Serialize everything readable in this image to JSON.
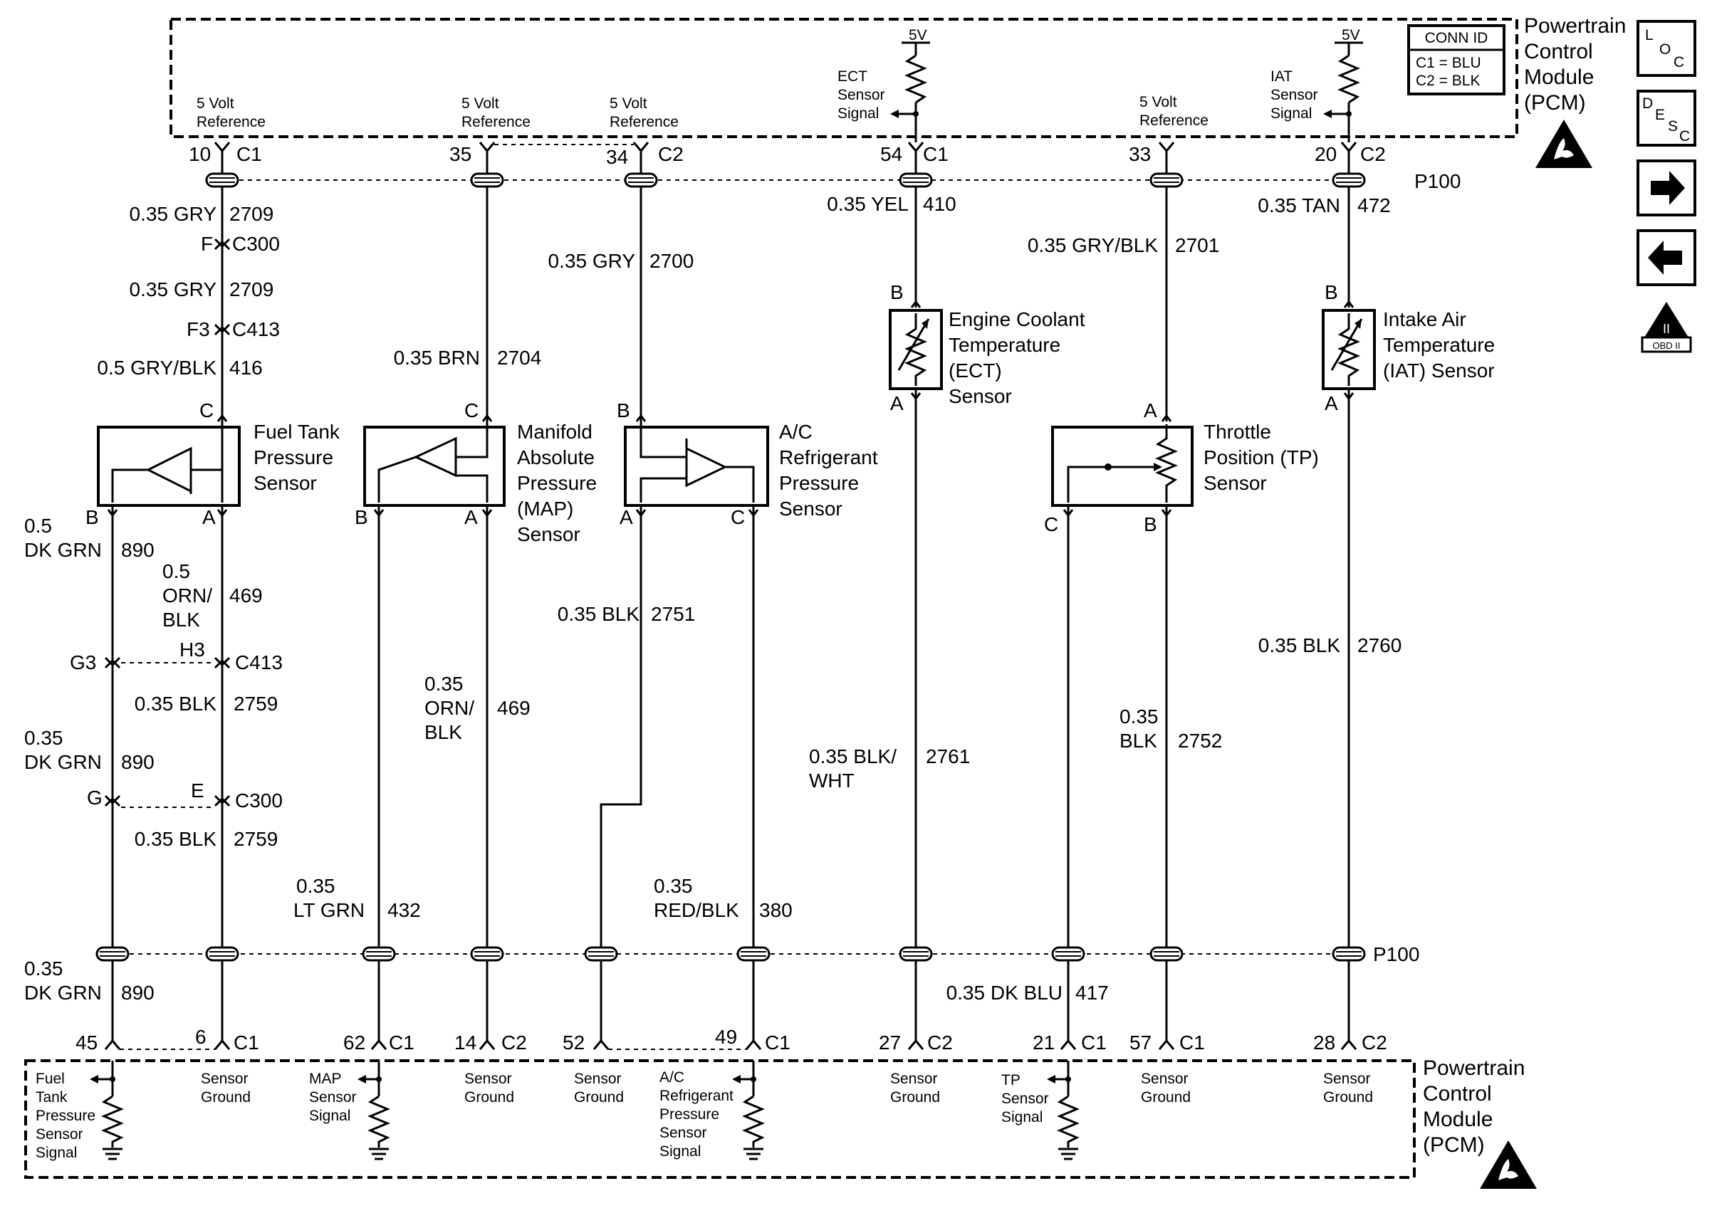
{
  "pcm_top": {
    "title_lines": [
      "Powertrain",
      "Control",
      "Module",
      "(PCM)"
    ],
    "conn_id": {
      "header": "CONN ID",
      "c1": "C1 = BLU",
      "c2": "C2 = BLK"
    },
    "five_volt_ref": [
      "5 Volt",
      "Reference"
    ],
    "five_v": "5V",
    "ect_signal": [
      "ECT",
      "Sensor",
      "Signal"
    ],
    "iat_signal": [
      "IAT",
      "Sensor",
      "Signal"
    ]
  },
  "top_pins": [
    {
      "pin": "10",
      "conn": "C1"
    },
    {
      "pin": "35",
      "conn": ""
    },
    {
      "pin": "34",
      "conn": "C2"
    },
    {
      "pin": "54",
      "conn": "C1"
    },
    {
      "pin": "33",
      "conn": ""
    },
    {
      "pin": "20",
      "conn": "C2"
    }
  ],
  "p100_label": "P100",
  "connectors": {
    "c300_f": "F",
    "c300": "C300",
    "c413_f3": "F3",
    "c413": "C413",
    "c413_g3": "G3",
    "c413_h3": "H3",
    "c300_g": "G",
    "c300_e": "E"
  },
  "wires": {
    "w2709a": [
      "0.35 GRY",
      "2709"
    ],
    "w2709b": [
      "0.35 GRY",
      "2709"
    ],
    "w416": [
      "0.5 GRY/BLK",
      "416"
    ],
    "w2704": [
      "0.35 BRN",
      "2704"
    ],
    "w2700": [
      "0.35 GRY",
      "2700"
    ],
    "w410": [
      "0.35 YEL",
      "410"
    ],
    "w2701": [
      "0.35 GRY/BLK",
      "2701"
    ],
    "w472": [
      "0.35 TAN",
      "472"
    ],
    "w890a": [
      "0.5",
      "DK GRN",
      "890"
    ],
    "w469a": [
      "0.5",
      "ORN/",
      "BLK",
      "469"
    ],
    "w2759a": [
      "0.35 BLK",
      "2759"
    ],
    "w890b": [
      "0.35",
      "DK GRN",
      "890"
    ],
    "w2759b": [
      "0.35 BLK",
      "2759"
    ],
    "w469b": [
      "0.35",
      "ORN/",
      "BLK",
      "469"
    ],
    "w432": [
      "0.35",
      "LT GRN",
      "432"
    ],
    "w2751": [
      "0.35 BLK",
      "2751"
    ],
    "w380": [
      "0.35",
      "RED/BLK",
      "380"
    ],
    "w2761": [
      "0.35 BLK/",
      "WHT",
      "2761"
    ],
    "w2752": [
      "0.35",
      "BLK",
      "2752"
    ],
    "w2760": [
      "0.35 BLK",
      "2760"
    ],
    "w890c": [
      "0.35",
      "DK GRN",
      "890"
    ],
    "w417": [
      "0.35 DK BLU",
      "417"
    ]
  },
  "sensors": {
    "fuel_tank": [
      "Fuel Tank",
      "Pressure",
      "Sensor"
    ],
    "map": [
      "Manifold",
      "Absolute",
      "Pressure",
      "(MAP)",
      "Sensor"
    ],
    "ac": [
      "A/C",
      "Refrigerant",
      "Pressure",
      "Sensor"
    ],
    "ect": [
      "Engine Coolant",
      "Temperature",
      "(ECT)",
      "Sensor"
    ],
    "tp": [
      "Throttle",
      "Position (TP)",
      "Sensor"
    ],
    "iat": [
      "Intake Air",
      "Temperature",
      "(IAT) Sensor"
    ]
  },
  "sensor_pins": {
    "A": "A",
    "B": "B",
    "C": "C"
  },
  "bottom_pins": [
    {
      "pin": "45",
      "conn": ""
    },
    {
      "pin": "6",
      "conn": "C1"
    },
    {
      "pin": "62",
      "conn": "C1"
    },
    {
      "pin": "14",
      "conn": "C2"
    },
    {
      "pin": "52",
      "conn": ""
    },
    {
      "pin": "49",
      "conn": "C1"
    },
    {
      "pin": "27",
      "conn": "C2"
    },
    {
      "pin": "21",
      "conn": "C1"
    },
    {
      "pin": "57",
      "conn": "C1"
    },
    {
      "pin": "28",
      "conn": "C2"
    }
  ],
  "pcm_bottom": {
    "title_lines": [
      "Powertrain",
      "Control",
      "Module",
      "(PCM)"
    ],
    "fuel_tank_signal": [
      "Fuel",
      "Tank",
      "Pressure",
      "Sensor",
      "Signal"
    ],
    "sensor_ground": [
      "Sensor",
      "Ground"
    ],
    "map_signal": [
      "MAP",
      "Sensor",
      "Signal"
    ],
    "ac_signal": [
      "A/C",
      "Refrigerant",
      "Pressure",
      "Sensor",
      "Signal"
    ],
    "tp_signal": [
      "TP",
      "Sensor",
      "Signal"
    ]
  },
  "side_icons": {
    "loc": [
      "L",
      "O",
      "C"
    ],
    "desc": [
      "D",
      "E",
      "S",
      "C"
    ],
    "obd": [
      "II",
      "OBD II"
    ]
  }
}
